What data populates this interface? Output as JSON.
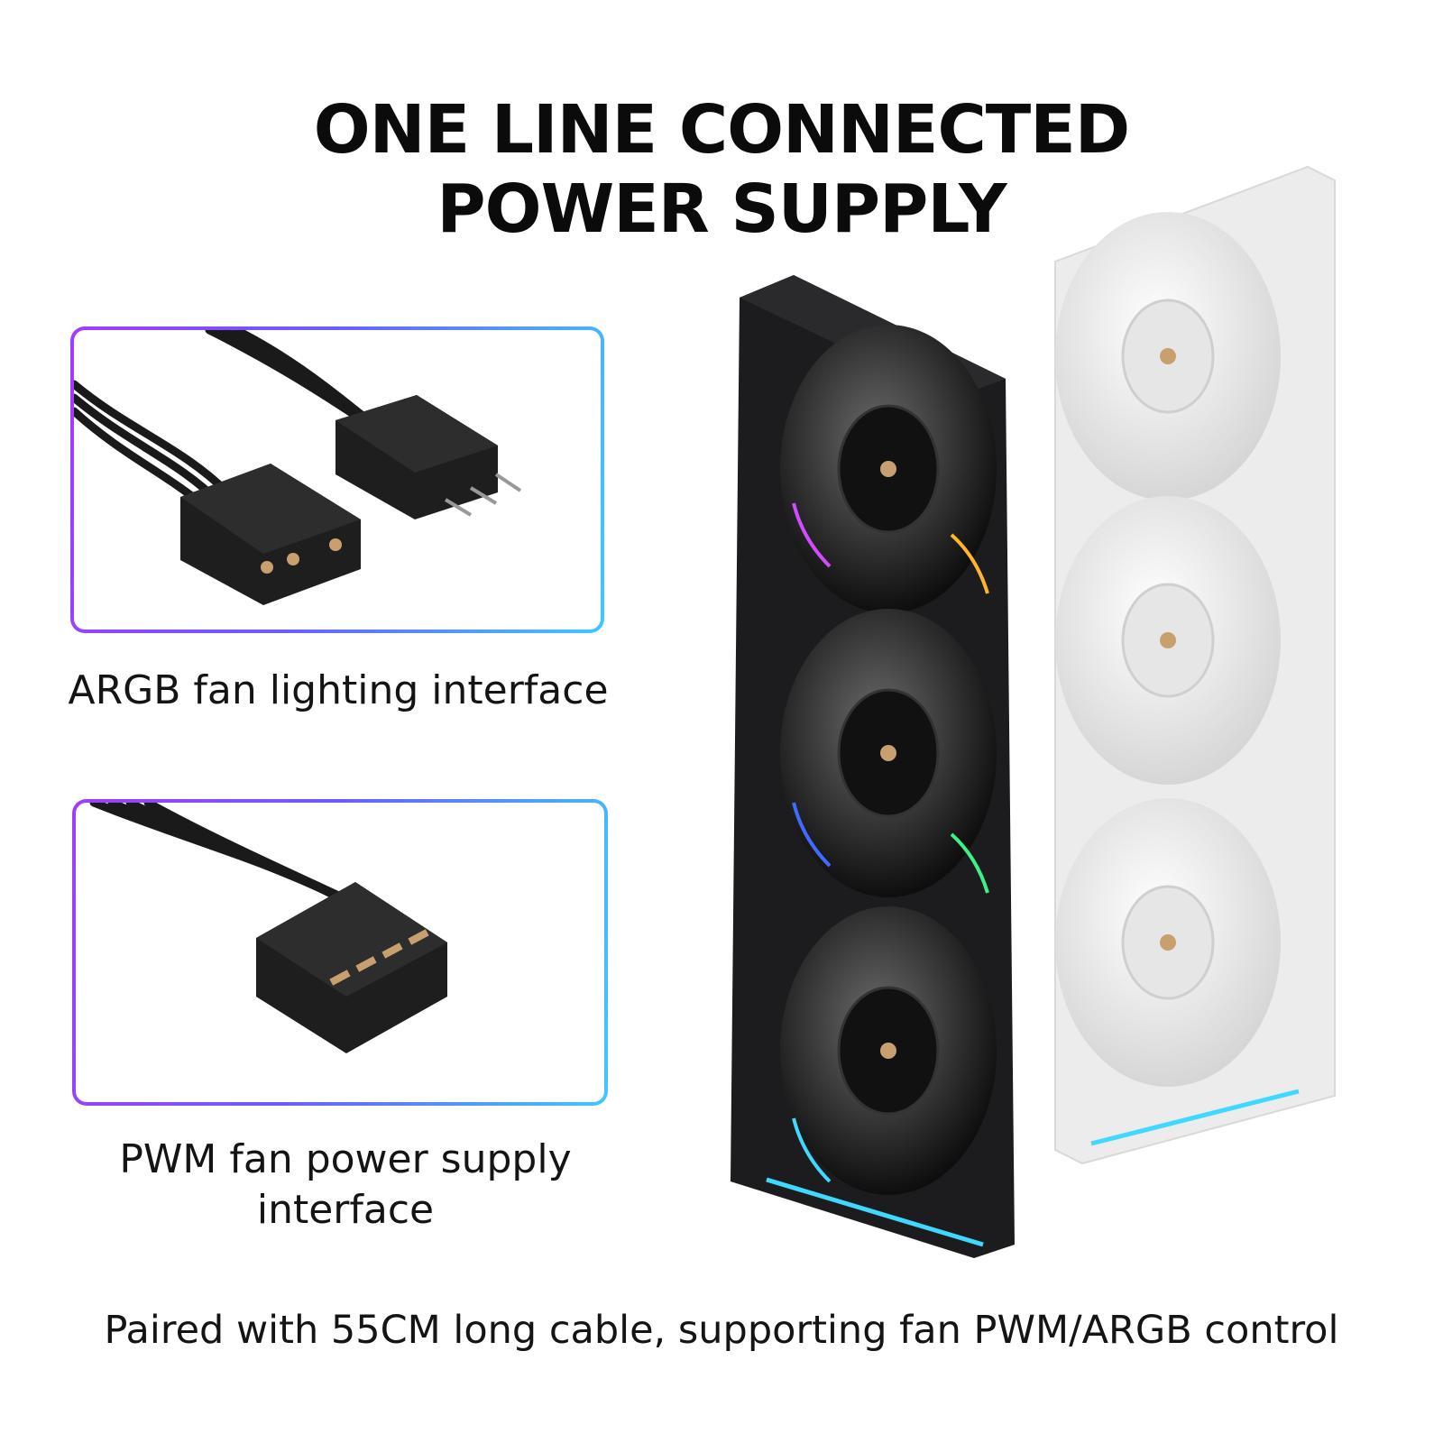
{
  "headline": {
    "line1": "ONE LINE CONNECTED",
    "line2": "POWER SUPPLY"
  },
  "argb": {
    "caption": "ARGB fan lighting interface"
  },
  "pwm": {
    "caption_line1": "PWM fan power supply",
    "caption_line2": "interface"
  },
  "footer": {
    "text": "Paired with 55CM long cable, supporting fan PWM/ARGB control"
  },
  "colors": {
    "frame_gradient_start": "#a23bff",
    "frame_gradient_end": "#3fc8ff",
    "black_fan": "#1c1c1e",
    "white_fan": "#f2f2f2"
  }
}
